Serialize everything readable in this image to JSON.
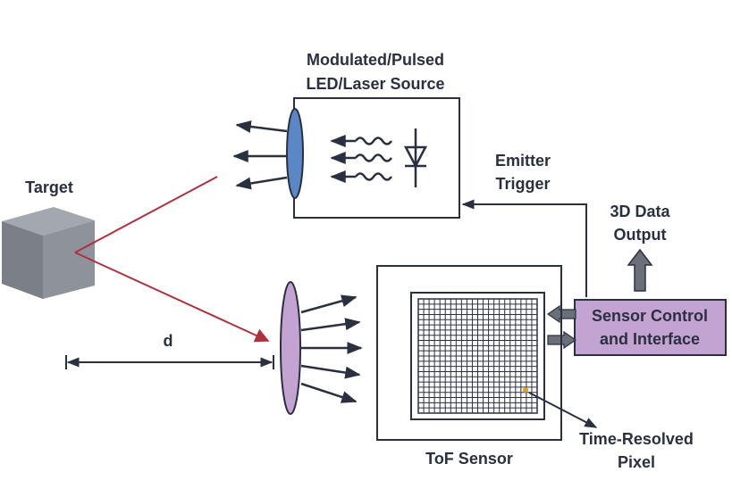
{
  "labels": {
    "source_line1": "Modulated/Pulsed",
    "source_line2": "LED/Laser Source",
    "emitter_line1": "Emitter",
    "emitter_line2": "Trigger",
    "target": "Target",
    "output_line1": "3D Data",
    "output_line2": "Output",
    "control_line1": "Sensor Control",
    "control_line2": "and Interface",
    "distance": "d",
    "tof_sensor": "ToF Sensor",
    "pixel_line1": "Time-Resolved",
    "pixel_line2": "Pixel"
  },
  "colors": {
    "line": "#2b3040",
    "ray": "#b0303d",
    "emitter_lens": "#5b87c6",
    "receiver_lens": "#c3a3d1",
    "control_box": "#c3a3d1",
    "cube_front": "#7b7f87",
    "cube_top": "#a3a7ae",
    "cube_side": "#8e929a",
    "pixel_dot": "#e0a020",
    "gray_arrow": "#6b6f78"
  }
}
